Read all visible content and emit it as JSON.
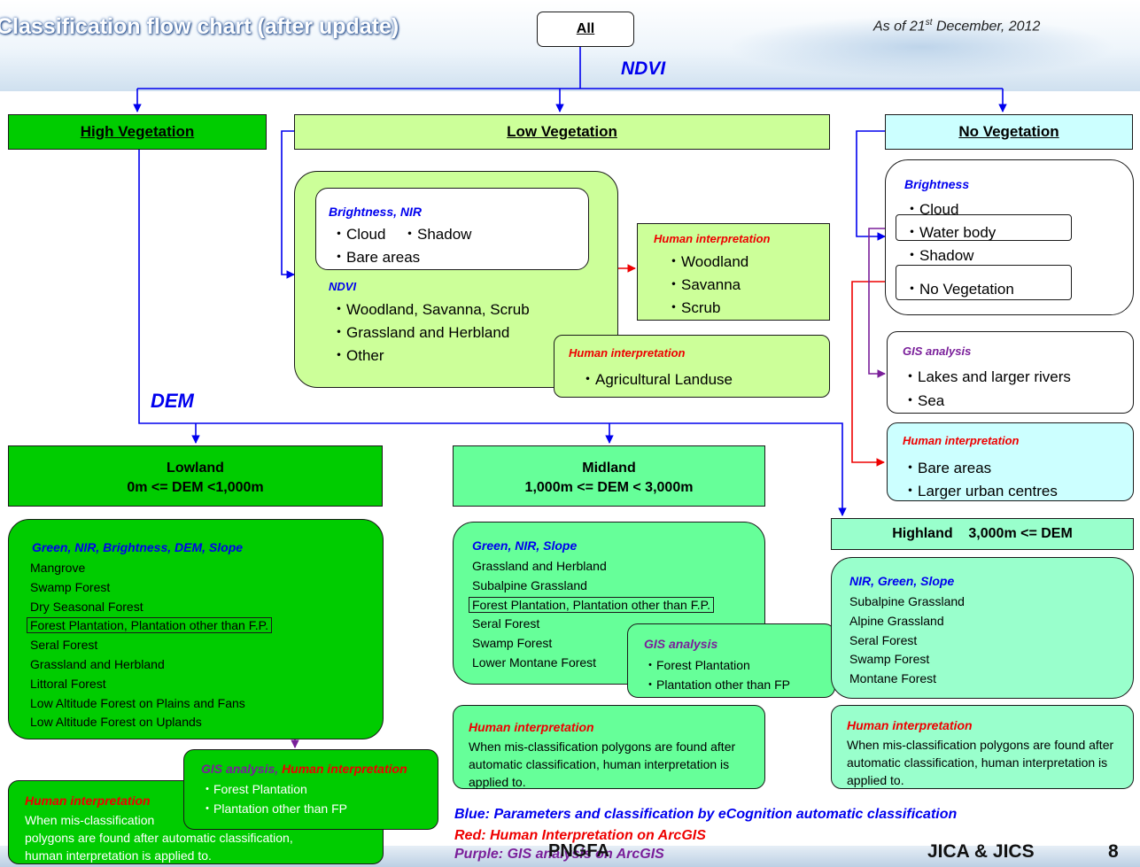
{
  "header": {
    "title": "Classification flow chart (after update)",
    "as_of": "As of 21",
    "as_of_sup": "st",
    "as_of_rest": "December, 2012"
  },
  "root": {
    "label": "All",
    "param": "NDVI"
  },
  "categories": {
    "high": "High Vegetation",
    "low": "Low Vegetation",
    "none": "No Vegetation"
  },
  "low_panel": {
    "brightness_title": "Brightness, NIR",
    "cloud": "・Cloud",
    "shadow": "・Shadow",
    "bare": "・Bare areas",
    "ndvi_title": "NDVI",
    "wss": "・Woodland, Savanna, Scrub",
    "grass": "・Grassland and Herbland",
    "other": "・Other"
  },
  "human_wss": {
    "title": "Human interpretation",
    "items": [
      "・Woodland",
      "・Savanna",
      "・Scrub"
    ]
  },
  "human_agri": {
    "title": "Human interpretation",
    "item": "・Agricultural Landuse"
  },
  "no_veg_panel": {
    "title": "Brightness",
    "cloud": "・Cloud",
    "water": "・Water body",
    "shadow": "・Shadow",
    "noveg": "・No Vegetation"
  },
  "gis_lakes": {
    "title": "GIS analysis",
    "items": [
      "・Lakes and larger rivers",
      "・Sea"
    ]
  },
  "human_bare": {
    "title": "Human interpretation",
    "items": [
      "・Bare areas",
      "・Larger urban centres"
    ]
  },
  "dem_label": "DEM",
  "lowland": {
    "title": "Lowland",
    "range": "0m <= DEM <1,000m",
    "params": "Green, NIR, Brightness, DEM, Slope",
    "classes": [
      "Mangrove",
      "Swamp Forest",
      "Dry Seasonal Forest",
      "Forest Plantation, Plantation other than F.P.",
      "Seral Forest",
      "Grassland and Herbland",
      "Littoral Forest",
      "Low Altitude Forest on Plains and Fans",
      "Low Altitude Forest on Uplands"
    ]
  },
  "midland": {
    "title": "Midland",
    "range": "1,000m <= DEM < 3,000m",
    "params": "Green, NIR, Slope",
    "classes": [
      "Grassland and Herbland",
      "Subalpine Grassland",
      "Forest Plantation, Plantation other than F.P.",
      "Seral Forest",
      "Swamp Forest",
      "Lower Montane Forest"
    ]
  },
  "highland": {
    "title": "Highland    3,000m <= DEM",
    "params": "NIR, Green, Slope",
    "classes": [
      "Subalpine Grassland",
      "Alpine Grassland",
      "Seral Forest",
      "Swamp Forest",
      "Montane Forest"
    ]
  },
  "gis_mid": {
    "title": "GIS analysis",
    "items": [
      "・Forest Plantation",
      "・Plantation other than FP"
    ]
  },
  "gis_low": {
    "title_purple": "GIS analysis,",
    "title_red": "Human interpretation",
    "items": [
      "・Forest Plantation",
      "・Plantation other than FP"
    ]
  },
  "human_low": {
    "title": "Human interpretation",
    "line1": "When mis-classification",
    "line2": "polygons are found after automatic classification,",
    "line3": "human interpretation is applied to."
  },
  "human_mid": {
    "title": "Human interpretation",
    "text": "When mis-classification polygons are found after automatic classification, human interpretation is applied to."
  },
  "human_high": {
    "title": "Human interpretation",
    "text": "When mis-classification polygons are found after automatic classification, human interpretation is applied to."
  },
  "legend": {
    "blue": "Blue: Parameters and classification by eCognition automatic classification",
    "red": "Red: Human Interpretation on ArcGIS",
    "purple": "Purple: GIS analysis on ArcGIS"
  },
  "footer": {
    "center": "PNGFA",
    "org": "JICA & JICS",
    "page": "8"
  }
}
